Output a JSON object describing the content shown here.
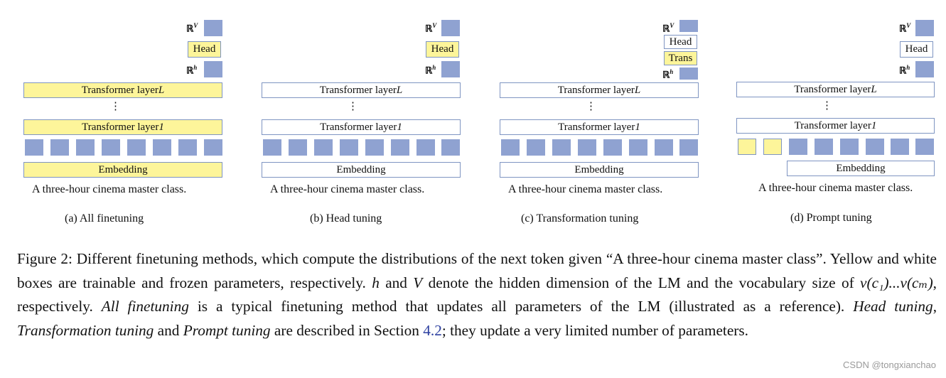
{
  "panels": [
    {
      "rv_label": "ℝ",
      "rv_sup": "V",
      "head_label": "Head",
      "rh_label": "ℝ",
      "rh_sup": "h",
      "layer_top": "Transformer layer ",
      "layer_top_var": "L",
      "layer_bottom": "Transformer layer ",
      "layer_bottom_var": "1",
      "embedding": "Embedding",
      "sentence": "A three-hour cinema master class.",
      "subcaption": "(a) All finetuning"
    },
    {
      "rv_label": "ℝ",
      "rv_sup": "V",
      "head_label": "Head",
      "rh_label": "ℝ",
      "rh_sup": "h",
      "layer_top": "Transformer layer ",
      "layer_top_var": "L",
      "layer_bottom": "Transformer layer ",
      "layer_bottom_var": "1",
      "embedding": "Embedding",
      "sentence": "A three-hour cinema master class.",
      "subcaption": "(b) Head tuning"
    },
    {
      "rv_label": "ℝ",
      "rv_sup": "V",
      "head_label": "Head",
      "trans_label": "Trans",
      "rh_label": "ℝ",
      "rh_sup": "h",
      "layer_top": "Transformer layer ",
      "layer_top_var": "L",
      "layer_bottom": "Transformer layer ",
      "layer_bottom_var": "1",
      "embedding": "Embedding",
      "sentence": "A three-hour cinema master class.",
      "subcaption": "(c) Transformation tuning"
    },
    {
      "rv_label": "ℝ",
      "rv_sup": "V",
      "head_label": "Head",
      "rh_label": "ℝ",
      "rh_sup": "h",
      "layer_top": "Transformer layer ",
      "layer_top_var": "L",
      "layer_bottom": "Transformer layer ",
      "layer_bottom_var": "1",
      "embedding": "Embedding",
      "sentence": "A three-hour cinema master class.",
      "subcaption": "(d) Prompt tuning"
    }
  ],
  "caption": {
    "p1": "Figure 2:  Different finetuning methods, which compute the distributions of the next token given “A three-hour cinema master class”. Yellow and white boxes are trainable and frozen parameters, respectively. ",
    "h": "h",
    "p2": " and ",
    "V": "V",
    "p3": " denote the hidden dimension of the LM and the vocabulary size of ",
    "math": "v(c₁)...v(cₘ)",
    "p4": ", respectively. ",
    "all_ft": "All finetuning",
    "p5": " is a typical finetuning method that updates all parameters of the LM (illustrated as a reference). ",
    "head_t": "Head tuning",
    "p6": ", ",
    "trans_t": "Transformation tuning",
    "p7": " and ",
    "prompt_t": "Prompt tuning",
    "p8": " are described in Section ",
    "section": "4.2",
    "p9": "; they update a very limited number of parameters."
  },
  "watermark": "CSDN @tongxianchao",
  "colors": {
    "trainable": "#fdf59a",
    "frozen": "#ffffff",
    "vector": "#8fa2d1",
    "border": "#7f95c2"
  }
}
